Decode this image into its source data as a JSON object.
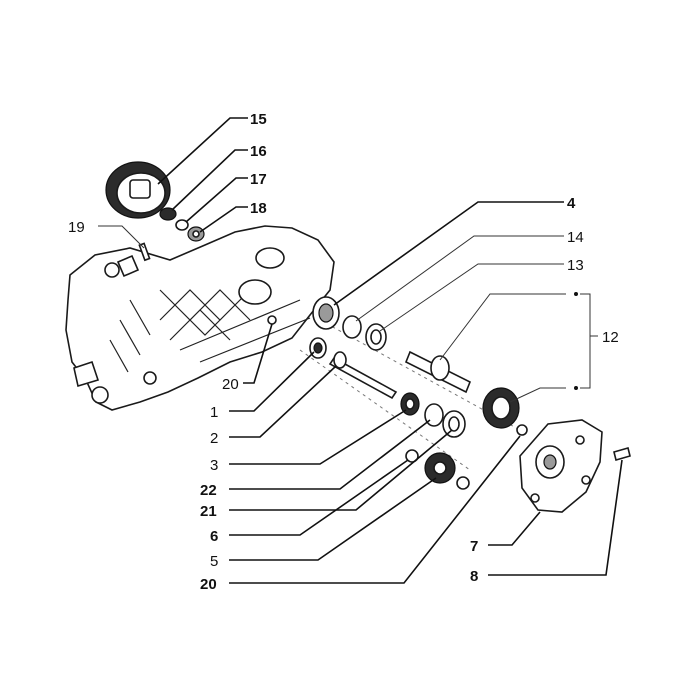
{
  "callouts": {
    "c15": "15",
    "c16": "16",
    "c17": "17",
    "c18": "18",
    "c19": "19",
    "c4": "4",
    "c14": "14",
    "c13": "13",
    "c12": "12",
    "c20a": "20",
    "c1": "1",
    "c2": "2",
    "c3": "3",
    "c22": "22",
    "c21": "21",
    "c6": "6",
    "c5": "5",
    "c20b": "20",
    "c7": "7",
    "c8": "8"
  }
}
